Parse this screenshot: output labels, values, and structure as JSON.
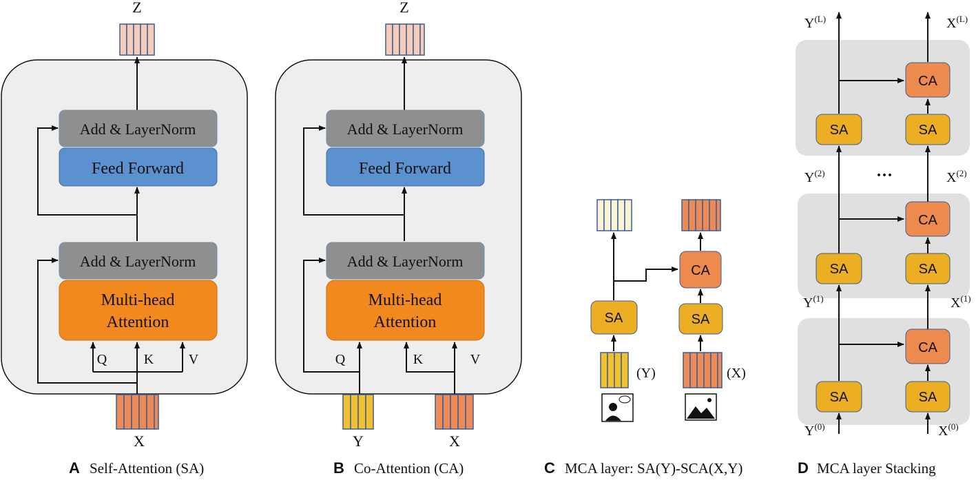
{
  "panel_a": {
    "letter": "A",
    "caption": "Self-Attention (SA)",
    "output_label": "Z",
    "input_label": "X",
    "add_norm_top": "Add & LayerNorm",
    "feed_forward": "Feed Forward",
    "add_norm_bottom": "Add & LayerNorm",
    "attention_line1": "Multi-head",
    "attention_line2": "Attention",
    "q": "Q",
    "k": "K",
    "v": "V"
  },
  "panel_b": {
    "letter": "B",
    "caption": "Co-Attention (CA)",
    "output_label": "Z",
    "input_y_label": "Y",
    "input_x_label": "X",
    "add_norm_top": "Add & LayerNorm",
    "feed_forward": "Feed Forward",
    "add_norm_bottom": "Add & LayerNorm",
    "attention_line1": "Multi-head",
    "attention_line2": "Attention",
    "q": "Q",
    "k": "K",
    "v": "V"
  },
  "panel_c": {
    "letter": "C",
    "caption": "MCA layer: SA(Y)-SCA(X,Y)",
    "sa_left": "SA",
    "sa_right": "SA",
    "ca": "CA",
    "y_label": "(Y)",
    "x_label": "(X)"
  },
  "panel_d": {
    "letter": "D",
    "caption": "MCA layer Stacking",
    "ellipsis": "···",
    "sa": "SA",
    "ca": "CA",
    "y_labels": [
      {
        "base": "Y",
        "sup": "(L)"
      },
      {
        "base": "Y",
        "sup": "(2)"
      },
      {
        "base": "Y",
        "sup": "(1)"
      },
      {
        "base": "Y",
        "sup": "(0)"
      }
    ],
    "x_labels": [
      {
        "base": "X",
        "sup": "(L)"
      },
      {
        "base": "X",
        "sup": "(2)"
      },
      {
        "base": "X",
        "sup": "(1)"
      },
      {
        "base": "X",
        "sup": "(0)"
      }
    ]
  },
  "colors": {
    "panel_bg": "#eeeeee",
    "stack_bg": "#e0e0e0",
    "add_norm": "#8f8f8f",
    "feed_forward": "#5b91cf",
    "attention": "#f2891e",
    "sa": "#ecae22",
    "ca": "#ef8a4e",
    "token_orange": "#ee8a55",
    "token_peach": "#f6cbb8",
    "token_yellow": "#f2c12f",
    "token_cream": "#fbf3d6",
    "token_border": "#3a5f95"
  }
}
